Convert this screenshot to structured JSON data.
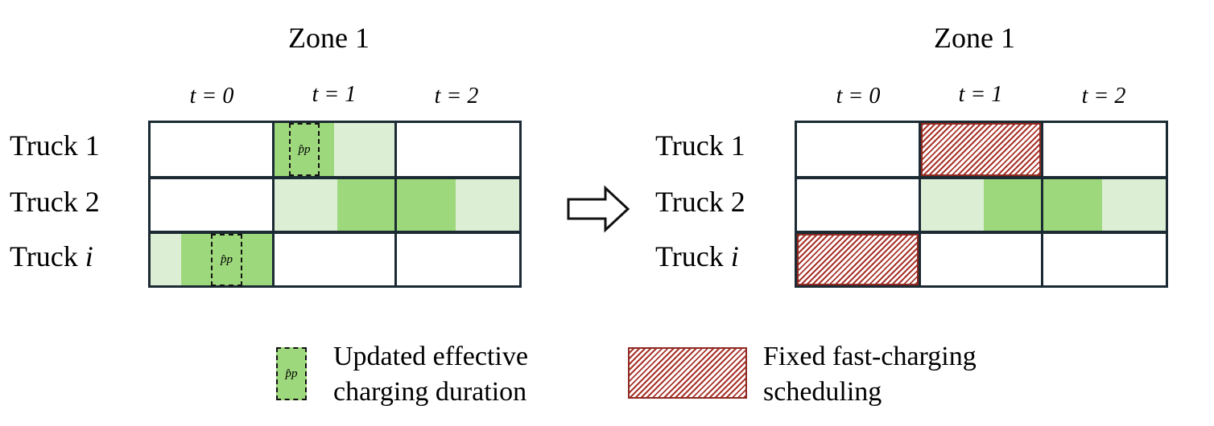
{
  "left_panel": {
    "zone_title": "Zone 1",
    "time_labels": [
      "t = 0",
      "t = 1",
      "t = 2"
    ],
    "row_labels": [
      {
        "text": "Truck 1",
        "var": ""
      },
      {
        "text": "Truck 2",
        "var": ""
      },
      {
        "text": "Truck ",
        "var": "i"
      }
    ],
    "pp_label": "p̂p"
  },
  "right_panel": {
    "zone_title": "Zone 1",
    "time_labels": [
      "t = 0",
      "t = 1",
      "t = 2"
    ],
    "row_labels": [
      {
        "text": "Truck 1",
        "var": ""
      },
      {
        "text": "Truck 2",
        "var": ""
      },
      {
        "text": "Truck ",
        "var": "i"
      }
    ]
  },
  "legend": {
    "updated": "Updated effective\ncharging duration",
    "fixed": "Fixed fast-charging\nscheduling",
    "pp_label": "p̂p"
  },
  "colors": {
    "light_green": "#dcefd4",
    "green": "#9ed87c",
    "hatch_red": "#a8332a",
    "grid_line": "#1b2a33"
  }
}
